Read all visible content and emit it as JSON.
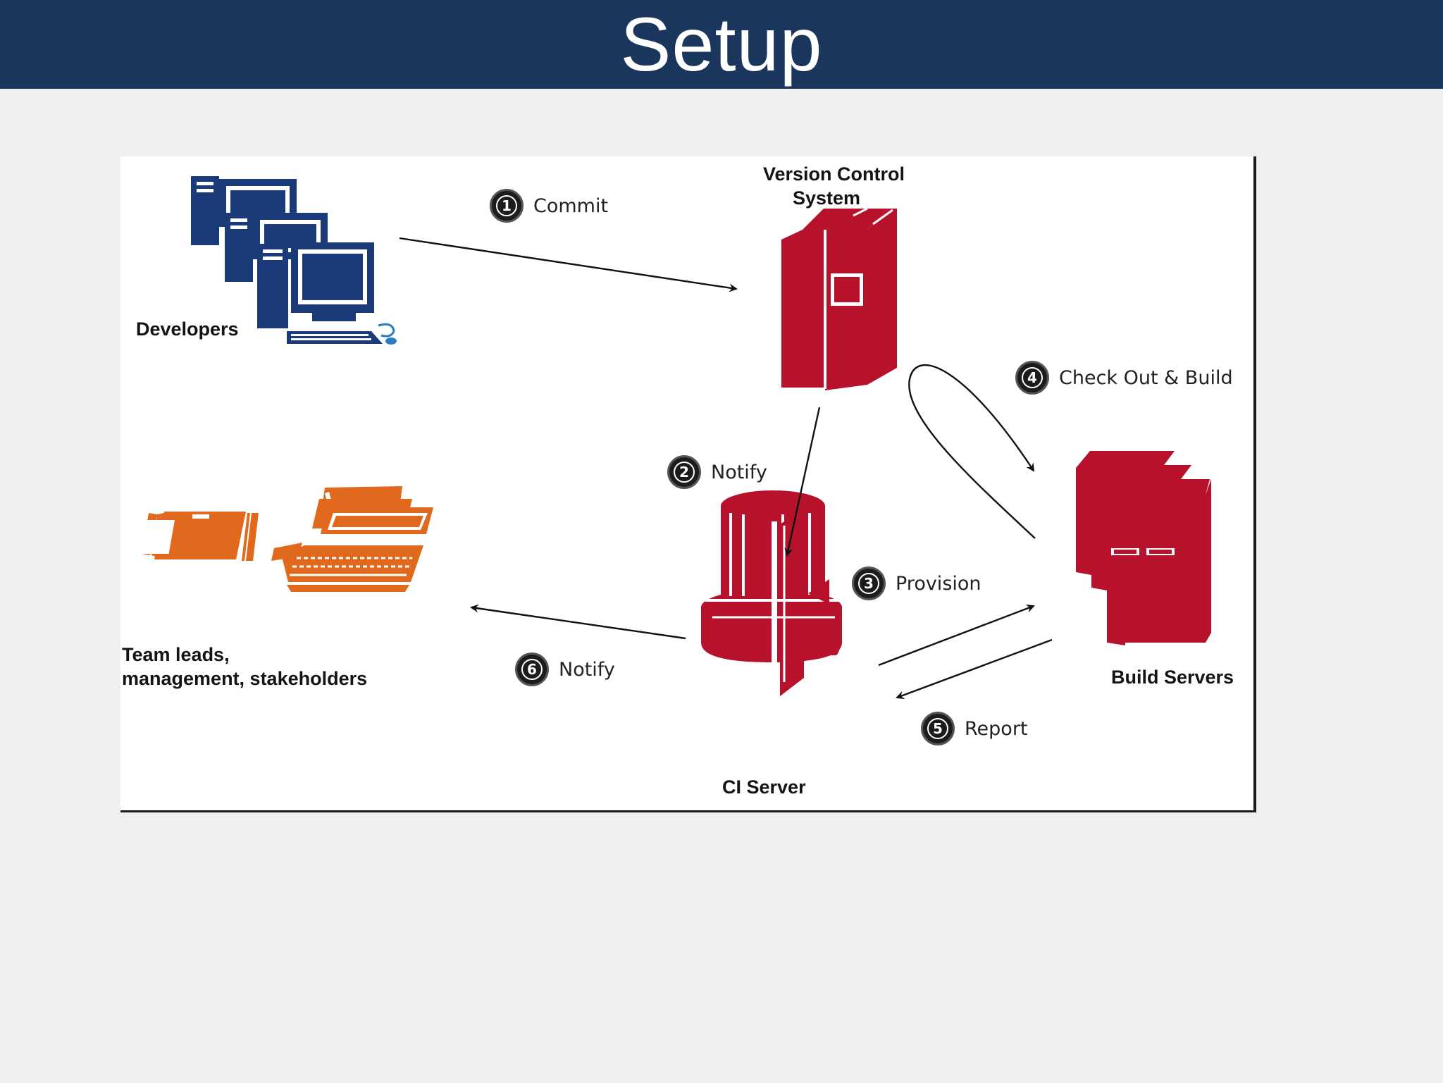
{
  "slide": {
    "title": "Setup"
  },
  "diagram": {
    "nodes": {
      "developers": "Developers",
      "vcs_line1": "Version Control",
      "vcs_line2": "System",
      "build_servers": "Build Servers",
      "ci_server": "CI Server",
      "stakeholders_line1": "Team leads,",
      "stakeholders_line2": "management, stakeholders"
    },
    "steps": [
      {
        "num": "1",
        "label": "Commit"
      },
      {
        "num": "2",
        "label": "Notify"
      },
      {
        "num": "3",
        "label": "Provision"
      },
      {
        "num": "4",
        "label": "Check Out & Build"
      },
      {
        "num": "5",
        "label": "Report"
      },
      {
        "num": "6",
        "label": "Notify"
      }
    ]
  },
  "colors": {
    "header": "#1a365d",
    "developers": "#1b3a7a",
    "servers": "#b8112b",
    "stakeholders": "#e0691e"
  }
}
